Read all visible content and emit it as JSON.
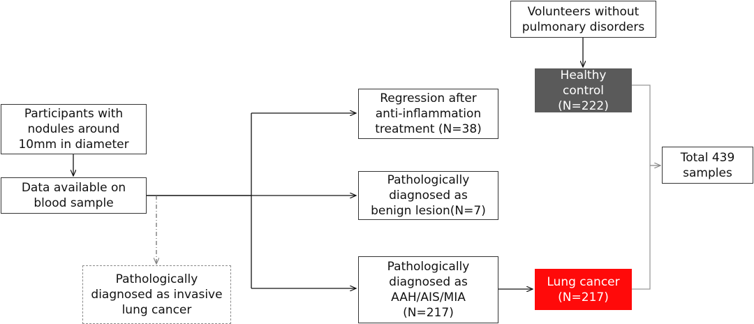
{
  "nodes": {
    "participants": "Participants with\nnodules around\n10mm in diameter",
    "data_available": "Data available on\nblood sample",
    "invasive": "Pathologically\ndiagnosed as invasive\nlung cancer",
    "regression": "Regression after\nanti-inflammation\ntreatment (N=38)",
    "benign": "Pathologically\ndiagnosed as\nbenign lesion(N=7)",
    "aah": "Pathologically\ndiagnosed as\nAAH/AIS/MIA\n(N=217)",
    "volunteers": "Volunteers without\npulmonary disorders",
    "healthy": "Healthy\ncontrol\n(N=222)",
    "lung_cancer": "Lung cancer\n(N=217)",
    "total": "Total  439\nsamples"
  },
  "colors": {
    "healthy_fill": "#5a5a5a",
    "lung_cancer_fill": "#ff0a0a",
    "line": "#111111",
    "total_connector": "#999999",
    "dashed_connector": "#666666"
  }
}
